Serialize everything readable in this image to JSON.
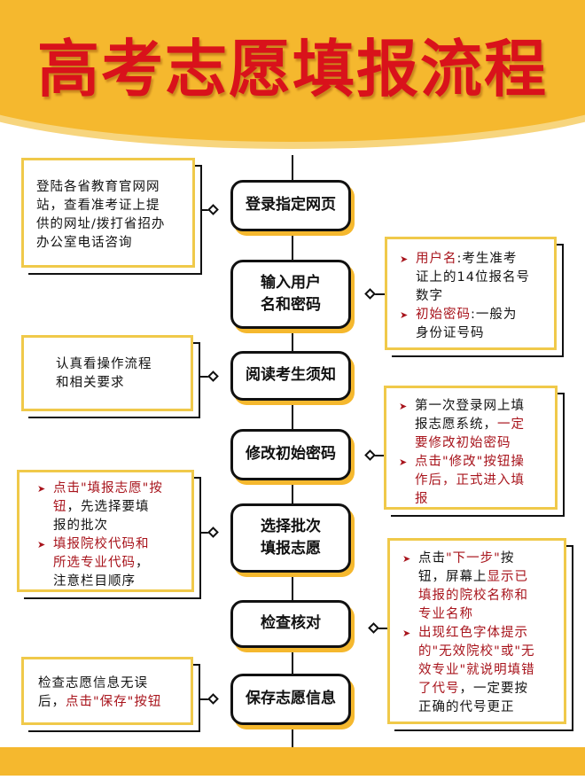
{
  "title": "高考志愿填报流程",
  "colors": {
    "accent_yellow": "#f5b82e",
    "title_red": "#d9121b",
    "highlight_red": "#a8141c",
    "border_black": "#111111",
    "note_border": "#f0c94a"
  },
  "steps": [
    {
      "label": "登录指定网页"
    },
    {
      "label_line1": "输入用户",
      "label_line2": "名和密码"
    },
    {
      "label": "阅读考生须知"
    },
    {
      "label": "修改初始密码"
    },
    {
      "label_line1": "选择批次",
      "label_line2": "填报志愿"
    },
    {
      "label": "检查核对"
    },
    {
      "label": "保存志愿信息"
    }
  ],
  "notes": {
    "login": {
      "lines": [
        "登陆各省教育官网网",
        "站，查看准考证上提",
        "供的网址/拨打省招办",
        "办公室电话咨询"
      ]
    },
    "credentials": {
      "item1_red": "用户名",
      "item1_rest_l1": ":考生准考",
      "item1_l2": "证上的14位报名号",
      "item1_l3": "数字",
      "item2_red": "初始密码",
      "item2_rest_l1": ":一般为",
      "item2_l2": "身份证号码"
    },
    "notice": {
      "lines": [
        "认真看操作流程",
        "和相关要求"
      ]
    },
    "password": {
      "item1_l1": "第一次登录网上填",
      "item1_l2_black": "报志愿系统，",
      "item1_l2_red": "一定",
      "item1_l3_red": "要修改初始密码",
      "item2_l1_red": "点击\"修改\"按钮操",
      "item2_l2_red": "作后，正式进入填",
      "item2_l3_red": "报"
    },
    "select": {
      "item1_l1_red": "点击\"填报志愿\"按",
      "item1_l2_red": "钮",
      "item1_l2_black": "，先选择要填",
      "item1_l3": "报的批次",
      "item2_l1_red": "填报院校代码和",
      "item2_l2_red": "所选专业代码",
      "item2_l2_black": "，",
      "item2_l3": "注意栏目顺序"
    },
    "check": {
      "item1_l1_black": "点击",
      "item1_l1_red": "\"下一步\"",
      "item1_l1_black2": "按",
      "item1_l2_black": "钮，屏幕上",
      "item1_l2_red": "显示已",
      "item1_l3_red": "填报的院校名称和",
      "item1_l4_red": "专业名称",
      "item2_l1_red": "出现红色字体提示",
      "item2_l2_red": "的\"无效院校\"或\"无",
      "item2_l3_red": "效专业\"就说明填错",
      "item2_l4_red": "了代号",
      "item2_l4_black": "，一定要按",
      "item2_l5": "正确的代号更正"
    },
    "save": {
      "l1": "检查志愿信息无误",
      "l2_black": "后，",
      "l2_red": "点击\"保存\"按钮"
    }
  },
  "icons": {
    "bullet": "➤"
  }
}
